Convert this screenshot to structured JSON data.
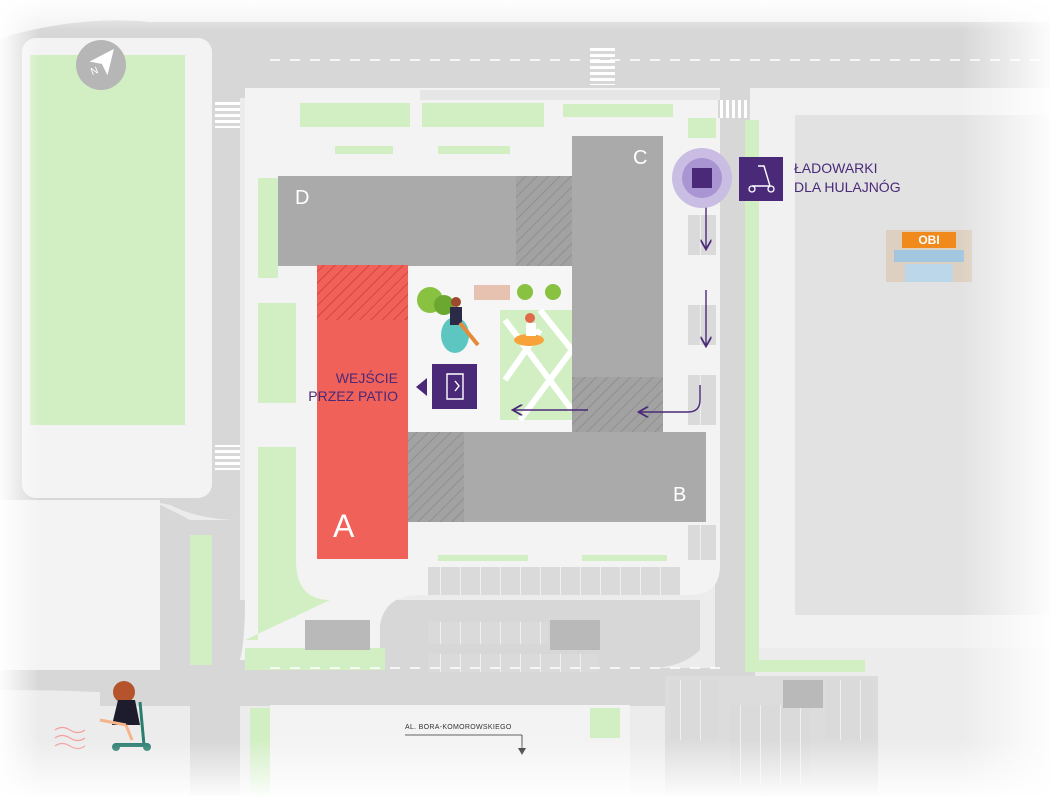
{
  "compass": {
    "label": "N"
  },
  "buildings": {
    "a": {
      "label": "A"
    },
    "b": {
      "label": "B"
    },
    "c": {
      "label": "C"
    },
    "d": {
      "label": "D"
    }
  },
  "entrance": {
    "line1": "WEJŚCIE",
    "line2": "PRZEZ PATIO"
  },
  "charging": {
    "line1": "ŁADOWARKI",
    "line2": "DLA HULAJNÓG"
  },
  "store": {
    "logo_text": "OBI"
  },
  "street": {
    "name": "AL. BORA-KOMOROWSKIEGO"
  },
  "colors": {
    "building_a": "#f0615a",
    "building_gray": "#aaaaaa",
    "accent_purple": "#4a2a78",
    "green": "#d2efc4",
    "road": "#d7d7d7",
    "sidewalk": "#f4f4f4"
  }
}
